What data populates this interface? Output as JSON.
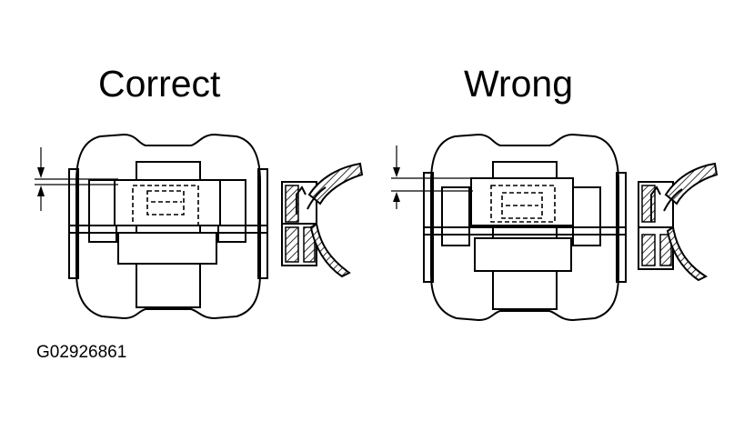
{
  "panels": {
    "correct": {
      "label": "Correct"
    },
    "wrong": {
      "label": "Wrong"
    }
  },
  "figure_id": "G02926861",
  "colors": {
    "ink": "#000000",
    "background": "#ffffff"
  }
}
